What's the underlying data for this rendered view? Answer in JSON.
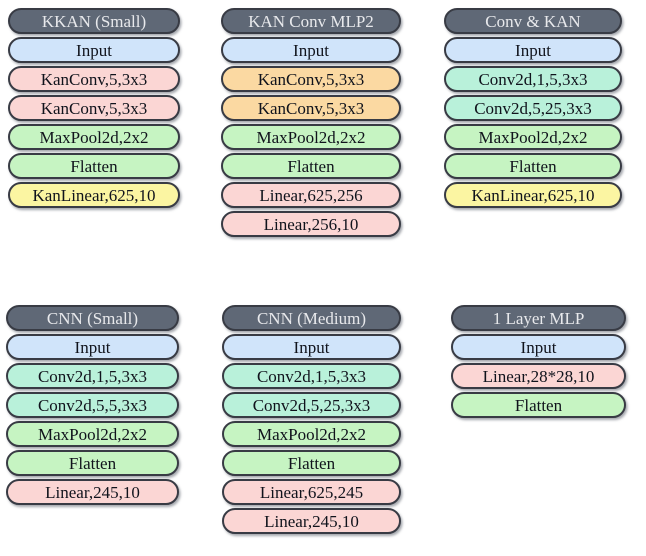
{
  "palette": {
    "header_bg": "#5f6876",
    "header_text": "#e8e9ec",
    "input_blue": "#d0e4fa",
    "kanconv_pink": "#fbd6d4",
    "kanconv_orange": "#fbd9a2",
    "conv_cyan": "#b9f1da",
    "pool_green": "#c6f4c2",
    "kanlinear_yellow": "#fbf5a2",
    "linear_pink": "#fbd6d4",
    "border_dark": "#383b44",
    "text_dark": "#10131c"
  },
  "blocks": [
    {
      "title": "KKAN (Small)",
      "layers": [
        {
          "label": "Input"
        },
        {
          "label": "KanConv,5,3x3"
        },
        {
          "label": "KanConv,5,3x3"
        },
        {
          "label": "MaxPool2d,2x2"
        },
        {
          "label": "Flatten"
        },
        {
          "label": "KanLinear,625,10"
        }
      ]
    },
    {
      "title": "KAN Conv MLP2",
      "layers": [
        {
          "label": "Input"
        },
        {
          "label": "KanConv,5,3x3"
        },
        {
          "label": "KanConv,5,3x3"
        },
        {
          "label": "MaxPool2d,2x2"
        },
        {
          "label": "Flatten"
        },
        {
          "label": "Linear,625,256"
        },
        {
          "label": "Linear,256,10"
        }
      ]
    },
    {
      "title": "Conv & KAN",
      "layers": [
        {
          "label": "Input"
        },
        {
          "label": "Conv2d,1,5,3x3"
        },
        {
          "label": "Conv2d,5,25,3x3"
        },
        {
          "label": "MaxPool2d,2x2"
        },
        {
          "label": "Flatten"
        },
        {
          "label": "KanLinear,625,10"
        }
      ]
    },
    {
      "title": "CNN (Small)",
      "layers": [
        {
          "label": "Input"
        },
        {
          "label": "Conv2d,1,5,3x3"
        },
        {
          "label": "Conv2d,5,5,3x3"
        },
        {
          "label": "MaxPool2d,2x2"
        },
        {
          "label": "Flatten"
        },
        {
          "label": "Linear,245,10"
        }
      ]
    },
    {
      "title": "CNN (Medium)",
      "layers": [
        {
          "label": "Input"
        },
        {
          "label": "Conv2d,1,5,3x3"
        },
        {
          "label": "Conv2d,5,25,3x3"
        },
        {
          "label": "MaxPool2d,2x2"
        },
        {
          "label": "Flatten"
        },
        {
          "label": "Linear,625,245"
        },
        {
          "label": "Linear,245,10"
        }
      ]
    },
    {
      "title": "1 Layer MLP",
      "layers": [
        {
          "label": "Input"
        },
        {
          "label": "Linear,28*28,10"
        },
        {
          "label": "Flatten"
        }
      ]
    }
  ]
}
